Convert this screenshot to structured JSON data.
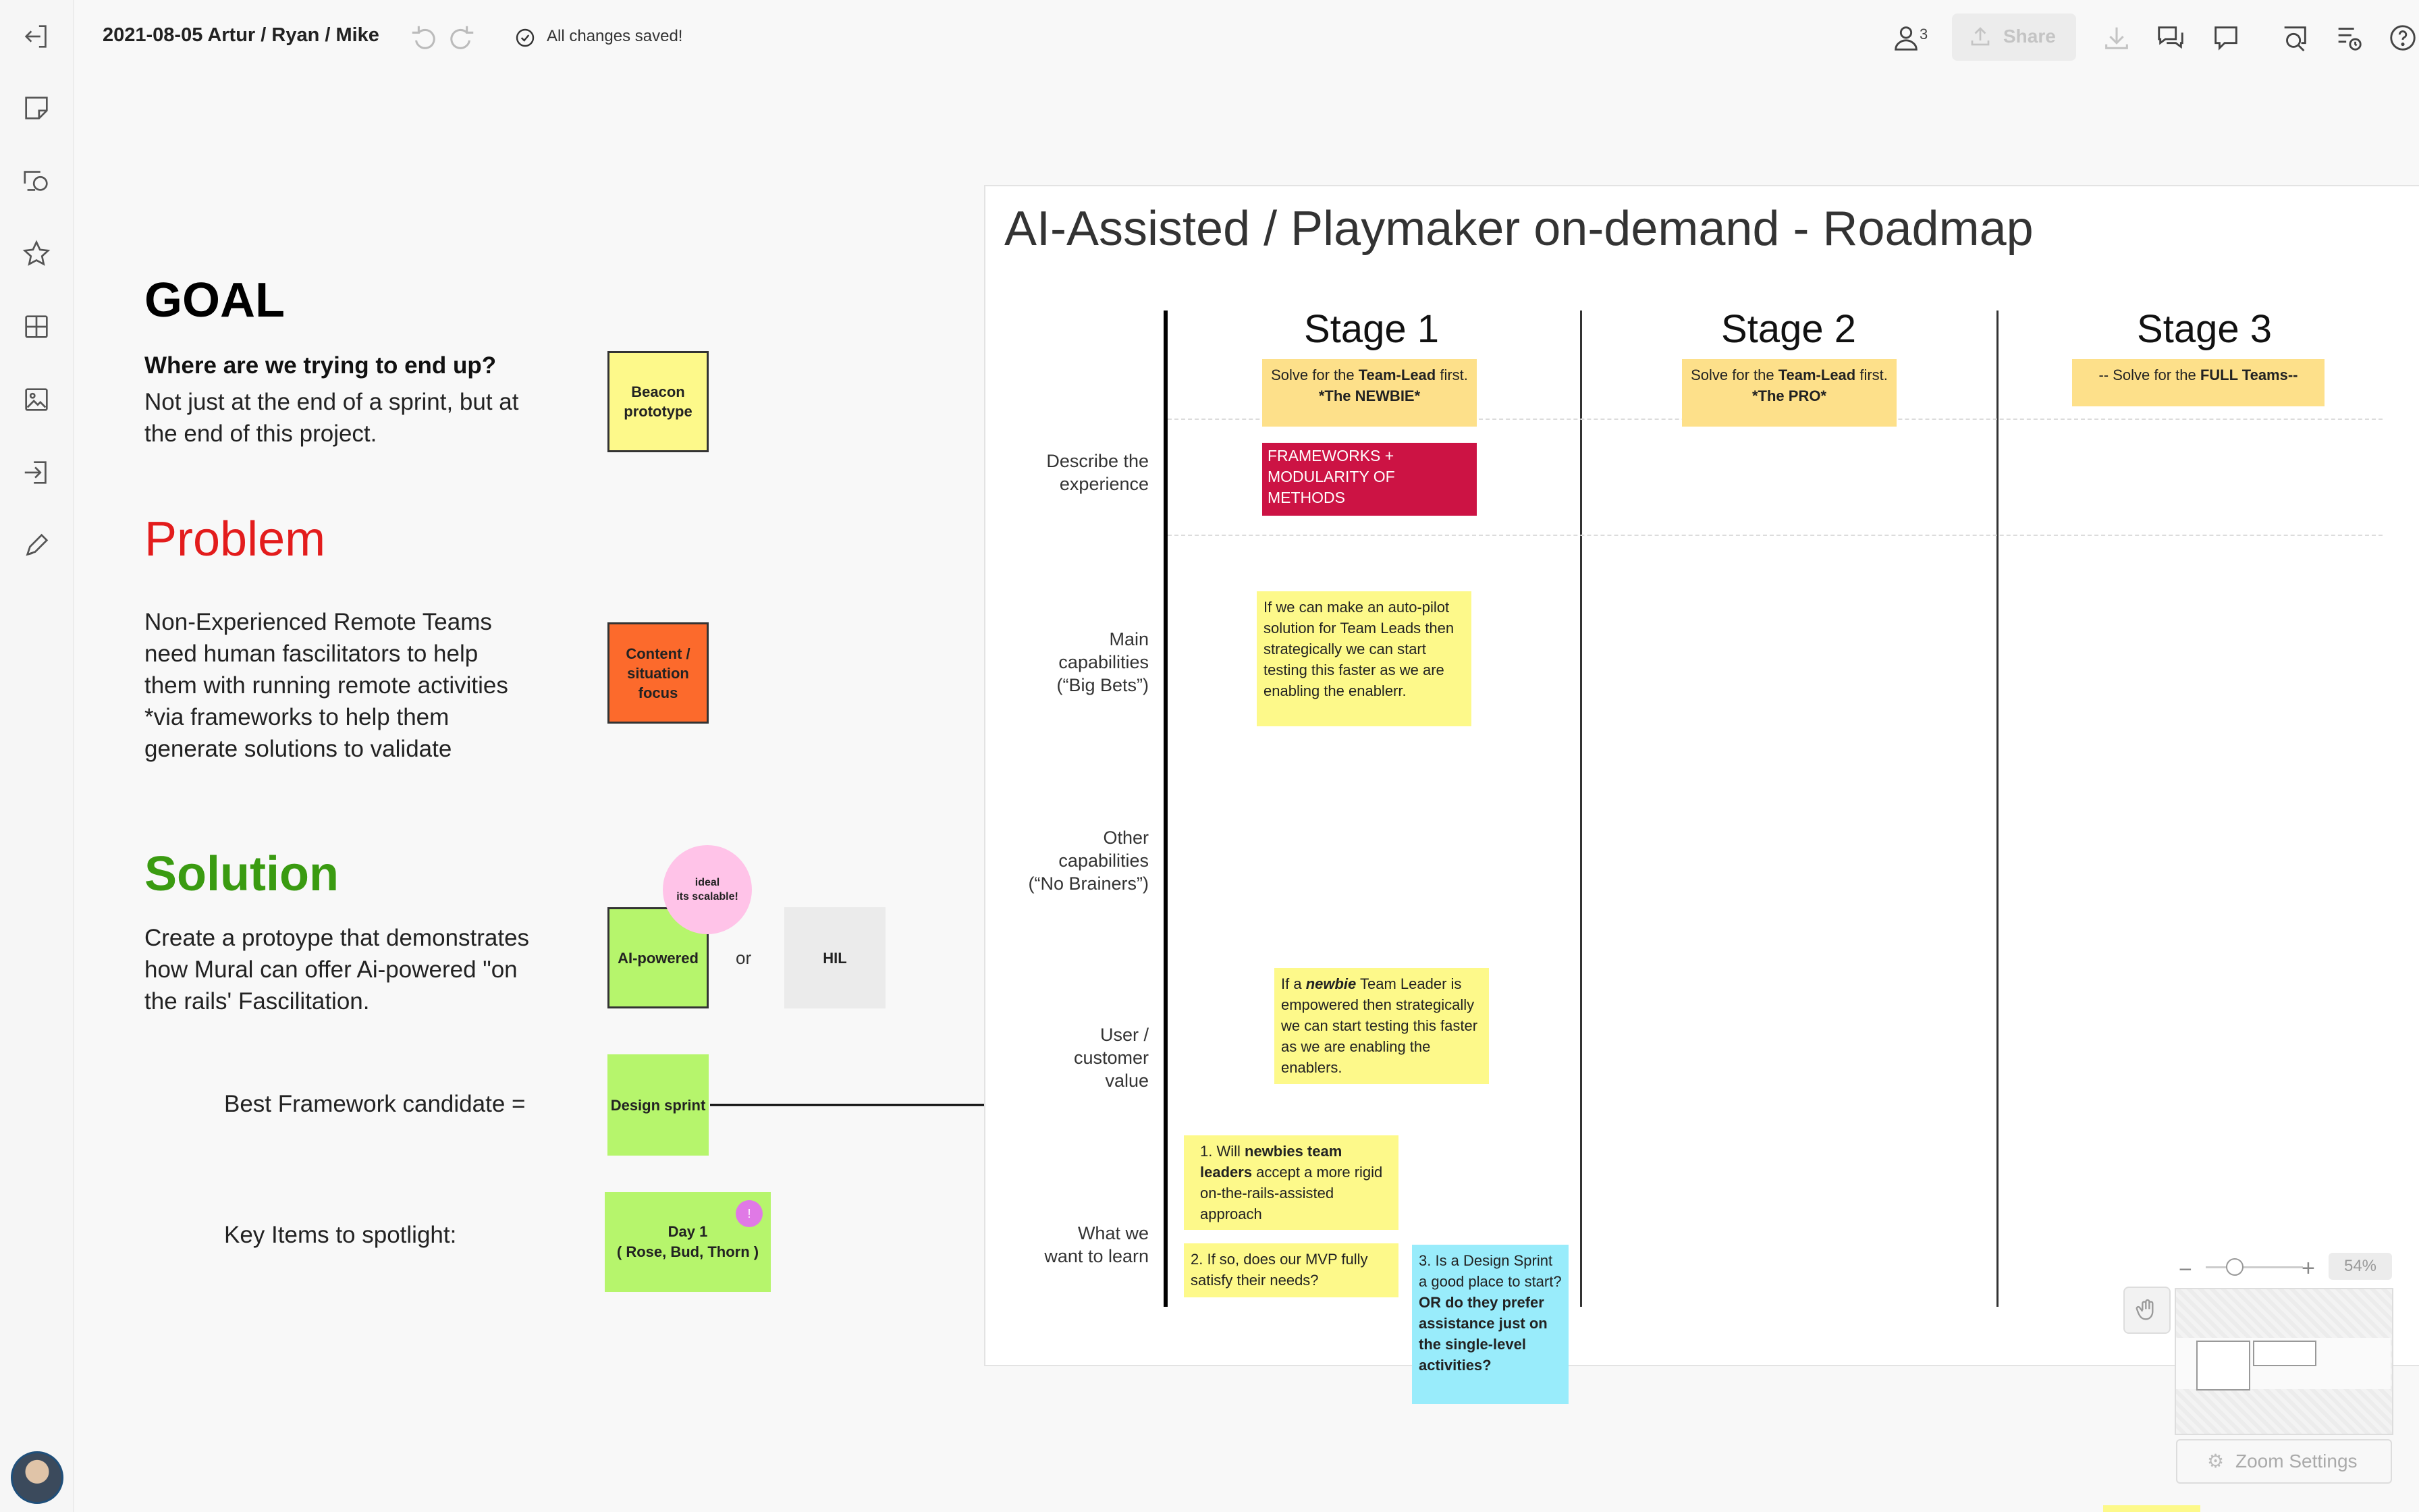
{
  "header": {
    "title": "2021-08-05 Artur / Ryan / Mike",
    "save_status": "All changes saved!",
    "collaborator_count": "3",
    "share_label": "Share"
  },
  "icons": {
    "sidebar": [
      "collapse-icon",
      "sticky-note-icon",
      "text-shape-icon",
      "star-icon",
      "grid-icon",
      "image-icon",
      "import-icon",
      "pen-icon"
    ],
    "toolbar": [
      "undo-icon",
      "redo-icon",
      "saved-check-icon",
      "collaborators-icon",
      "share-icon",
      "download-icon",
      "comments-icon",
      "chat-icon",
      "outline-icon",
      "activity-icon",
      "help-icon"
    ]
  },
  "left": {
    "goal": {
      "heading": "GOAL",
      "subheading": "Where are we trying to end up?",
      "body": "Not just at the end of a sprint, but at the end of this project.",
      "sticky": "Beacon prototype"
    },
    "problem": {
      "heading": "Problem",
      "body": "Non-Experienced Remote Teams need human fascilitators to help them with running remote activities *via frameworks to help them generate solutions to validate",
      "sticky": "Content / situation focus"
    },
    "solution": {
      "heading": "Solution",
      "body": "Create a protoype that demonstrates how Mural can offer Ai-powered \"on the rails' Fascilitation.",
      "circle_line1": "ideal",
      "circle_line2": "its scalable!",
      "sticky_ai": "AI-powered",
      "or": "or",
      "sticky_hil": "HIL"
    },
    "framework": {
      "label": "Best Framework candidate =",
      "sticky": "Design sprint"
    },
    "spotlight": {
      "label": "Key Items to spotlight:",
      "sticky_line1": "Day 1",
      "sticky_line2": "( Rose, Bud, Thorn )",
      "badge": "!"
    }
  },
  "roadmap": {
    "title": "AI-Assisted / Playmaker on-demand - Roadmap",
    "stages": [
      "Stage 1",
      "Stage 2",
      "Stage 3"
    ],
    "rows": {
      "describe_1": "Describe the",
      "describe_2": "experience",
      "main_1": "Main",
      "main_2": "capabilities",
      "main_3": "(“Big Bets”)",
      "other_1": "Other",
      "other_2": "capabilities",
      "other_3": "(“No Brainers”)",
      "user_1": "User /",
      "user_2": "customer",
      "user_3": "value",
      "learn_1": "What we",
      "learn_2": "want to learn"
    },
    "stage1_note": {
      "pre": "Solve for the ",
      "bold": "Team-Lead",
      "post": " first.",
      "line3": "*The NEWBIE*"
    },
    "stage2_note": {
      "pre": "Solve for the ",
      "bold": "Team-Lead",
      "post": " first.",
      "line3": "*The PRO*"
    },
    "stage3_note": {
      "pre": "-- Solve for the ",
      "bold": "FULL Teams--"
    },
    "frameworks_note": "FRAMEWORKS + MODULARITY OF METHODS",
    "autopilot_note": "If we can make an auto-pilot solution for Team Leads then strategically we can start testing this faster as we are enabling the enablerr.",
    "newbie_note": {
      "pre": "If a ",
      "italic": "newbie",
      "post": " Team Leader is empowered then strategically we can start testing this faster as we are enabling the enablers."
    },
    "learn1": {
      "pre": "1. Will ",
      "bold": "newbies team leaders",
      "post": " accept a more rigid on-the-rails-assisted approach"
    },
    "learn2": "2. If so, does our MVP fully satisfy their needs?",
    "learn3": {
      "pre": "3. Is a Design Sprint a good place to start? ",
      "bold": "OR do they prefer assistance just on the single-level activities?"
    }
  },
  "zoom": {
    "level": "54%",
    "settings_label": "Zoom Settings",
    "minus": "−",
    "plus": "+"
  },
  "colors": {
    "yellow": "#fdf98a",
    "orange_yellow": "#fde08a",
    "crimson": "#cc1344",
    "green": "#b6f56c",
    "orange": "#fc6a2c",
    "pink": "#ffc3e8",
    "cyan": "#99ecfb",
    "problem_red": "#e31c1c",
    "solution_green": "#3a9b11"
  }
}
